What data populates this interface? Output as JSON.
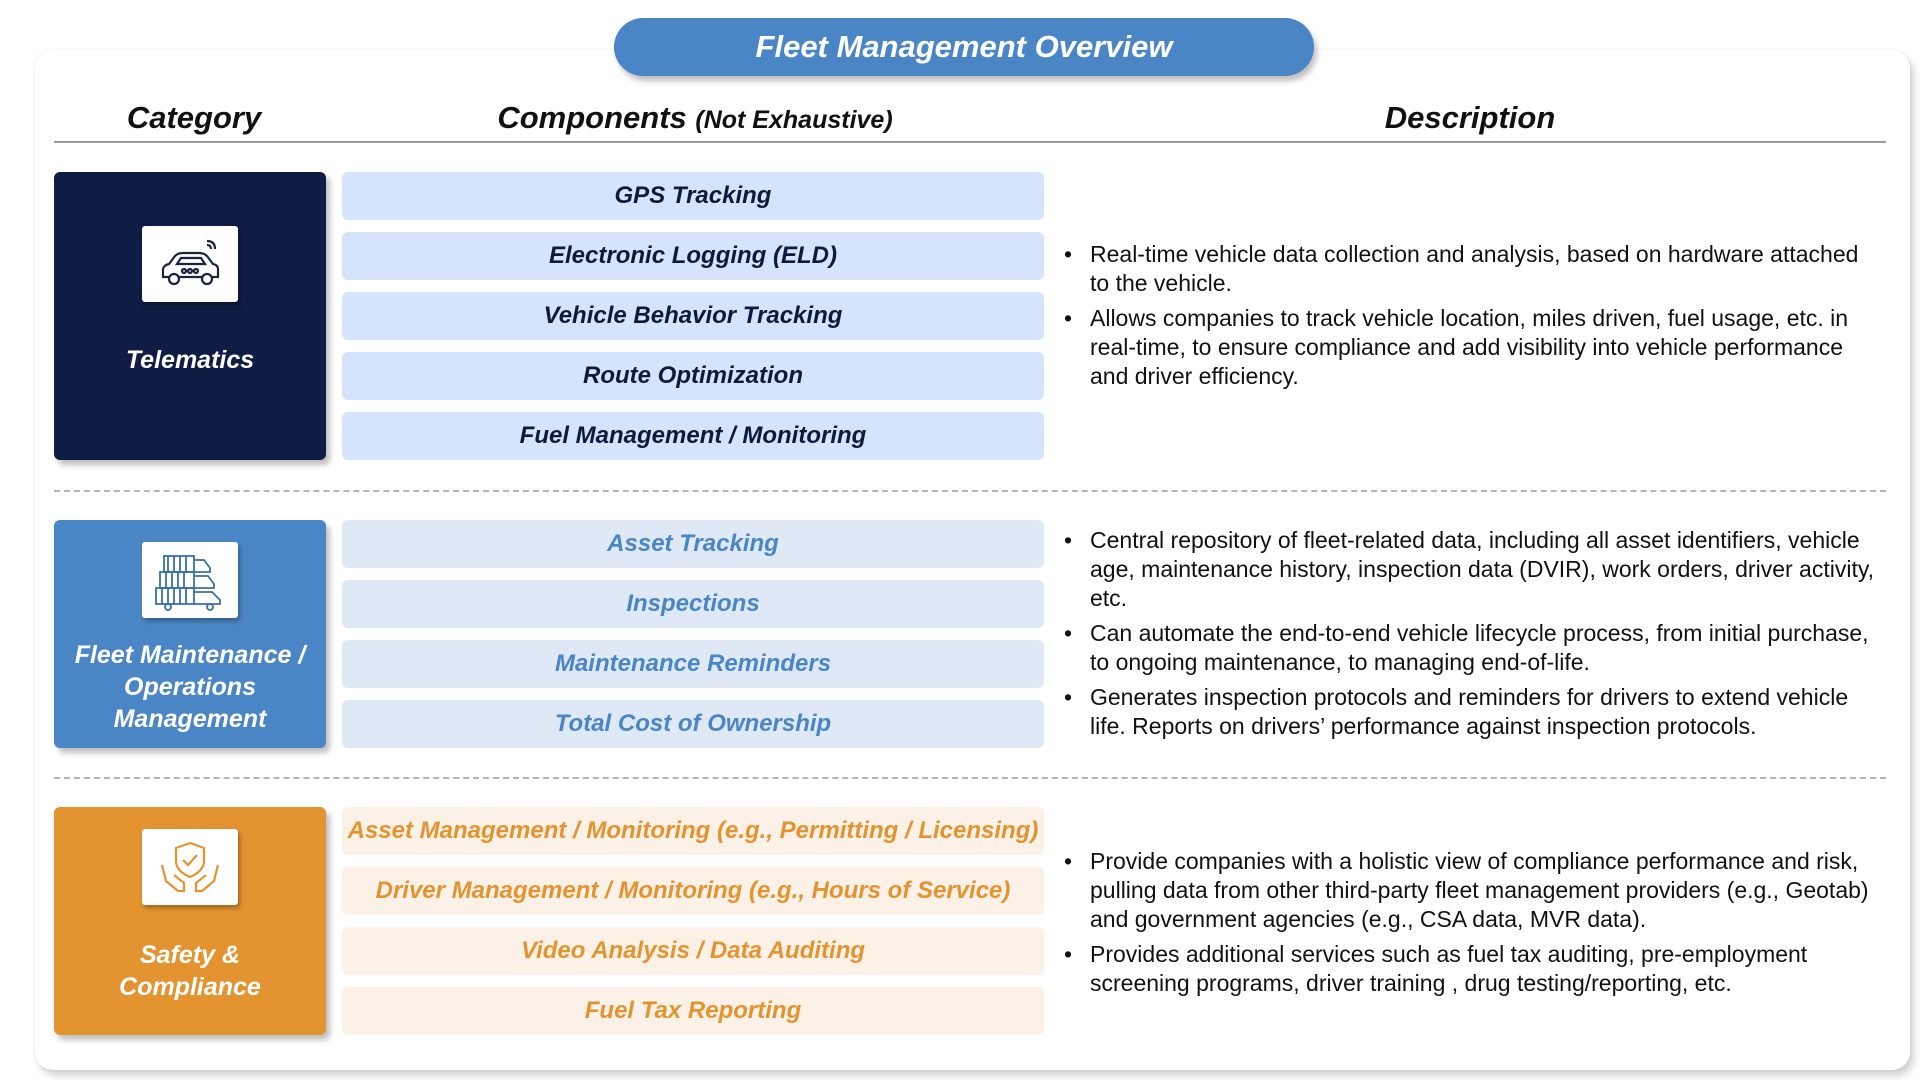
{
  "title": "Fleet Management Overview",
  "headers": {
    "category": "Category",
    "components": "Components",
    "components_note": "(Not Exhaustive)",
    "description": "Description"
  },
  "sections": [
    {
      "category": "Telematics",
      "icon": "connected-car-icon",
      "color": "#0f1d45",
      "components": [
        "GPS Tracking",
        "Electronic Logging (ELD)",
        "Vehicle Behavior Tracking",
        "Route Optimization",
        "Fuel Management / Monitoring"
      ],
      "description": [
        "Real-time vehicle data collection and analysis, based on hardware attached to the vehicle.",
        "Allows companies to track vehicle location, miles driven, fuel usage, etc. in real-time, to ensure compliance and add visibility into vehicle performance and driver efficiency."
      ]
    },
    {
      "category_lines": [
        "Fleet Maintenance /",
        "Operations",
        "Management"
      ],
      "icon": "fleet-trucks-icon",
      "color": "#4a86c5",
      "components": [
        "Asset Tracking",
        "Inspections",
        "Maintenance Reminders",
        "Total Cost of Ownership"
      ],
      "description": [
        "Central repository of fleet-related data, including all asset identifiers, vehicle age, maintenance history, inspection data (DVIR), work orders, driver activity, etc.",
        "Can automate the end-to-end vehicle lifecycle process, from initial purchase, to ongoing maintenance, to managing end-of-life.",
        "Generates inspection protocols and reminders for drivers to extend vehicle life. Reports on drivers’ performance against inspection protocols."
      ]
    },
    {
      "category_lines": [
        "Safety &",
        "Compliance"
      ],
      "icon": "shield-hands-icon",
      "color": "#e3932f",
      "components": [
        "Asset Management / Monitoring (e.g., Permitting / Licensing)",
        "Driver Management / Monitoring (e.g., Hours of Service)",
        "Video Analysis / Data Auditing",
        "Fuel Tax Reporting"
      ],
      "description": [
        "Provide companies with a holistic view of compliance performance and risk, pulling data from other third-party fleet management providers (e.g., Geotab) and government agencies (e.g., CSA data, MVR data).",
        "Provides additional services such as fuel tax auditing, pre-employment screening programs, driver training , drug testing/reporting, etc."
      ]
    }
  ]
}
